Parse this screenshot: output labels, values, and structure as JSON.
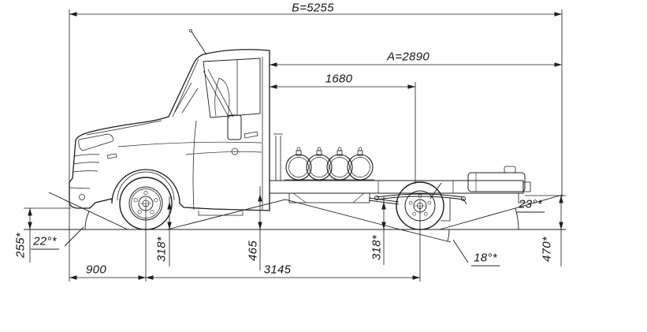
{
  "diagram": {
    "type": "technical-drawing",
    "subject": "chassis-cab truck side view with dimensions",
    "units": "mm",
    "colors": {
      "line": "#1c1c1c",
      "background": "#ffffff"
    },
    "labels": {
      "overall_length": "Б=5255",
      "cab_to_rear_length": "А=2890",
      "cab_to_rear_axle": "1680",
      "front_overhang": "900",
      "wheelbase": "3145",
      "front_bumper_height": "255*",
      "approach_angle": "22°*",
      "front_clearance": "318*",
      "mid_clearance": "465",
      "rear_clearance": "318*",
      "ramp_angle": "18°*",
      "departure_angle": "23°*",
      "rear_frame_height": "470*"
    }
  }
}
